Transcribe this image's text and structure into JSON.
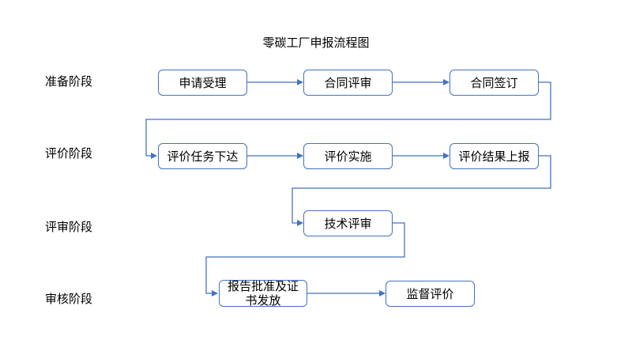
{
  "title": "零碳工厂申报流程图",
  "stages": {
    "prep": "准备阶段",
    "eval": "评价阶段",
    "review": "评审阶段",
    "audit": "审核阶段"
  },
  "nodes": {
    "apply": "申请受理",
    "contract_review": "合同评审",
    "contract_sign": "合同签订",
    "task_issue": "评价任务下达",
    "eval_impl": "评价实施",
    "result_report": "评价结果上报",
    "tech_review": "技术评审",
    "report_issue": "报告批准及证书发放",
    "supervise": "监督评价"
  },
  "colors": {
    "line": "#4472c4",
    "border": "#4472c4"
  }
}
